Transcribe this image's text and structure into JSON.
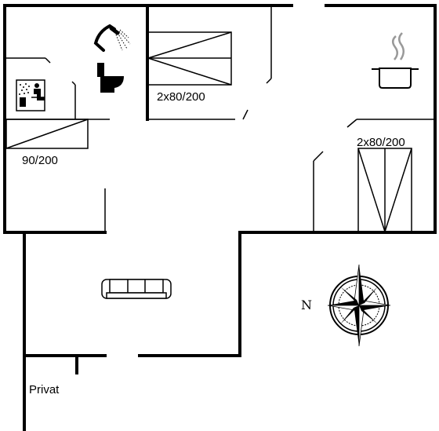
{
  "labels": {
    "bedroom_top": "2x80/200",
    "bedroom_right": "2x80/200",
    "bedroom_left": "90/200",
    "privat": "Privat",
    "compass_north": "N"
  },
  "icons": [
    "shower-icon",
    "toilet-icon",
    "sauna-icon",
    "kitchen-pot-icon",
    "sofa-icon",
    "compass-rose-icon"
  ]
}
